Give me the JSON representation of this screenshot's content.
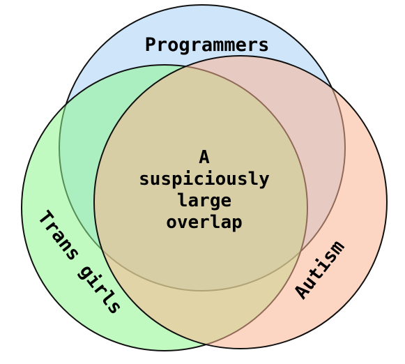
{
  "diagram": {
    "type": "venn",
    "sets": [
      {
        "id": "programmers",
        "label": "Programmers",
        "color": "#a6cff5"
      },
      {
        "id": "trans-girls",
        "label": "Trans girls",
        "color": "#8ef58e"
      },
      {
        "id": "autism",
        "label": "Autism",
        "color": "#fbb592"
      }
    ],
    "intersection": {
      "lines": [
        "A",
        "suspiciously",
        "large",
        "overlap"
      ]
    }
  }
}
